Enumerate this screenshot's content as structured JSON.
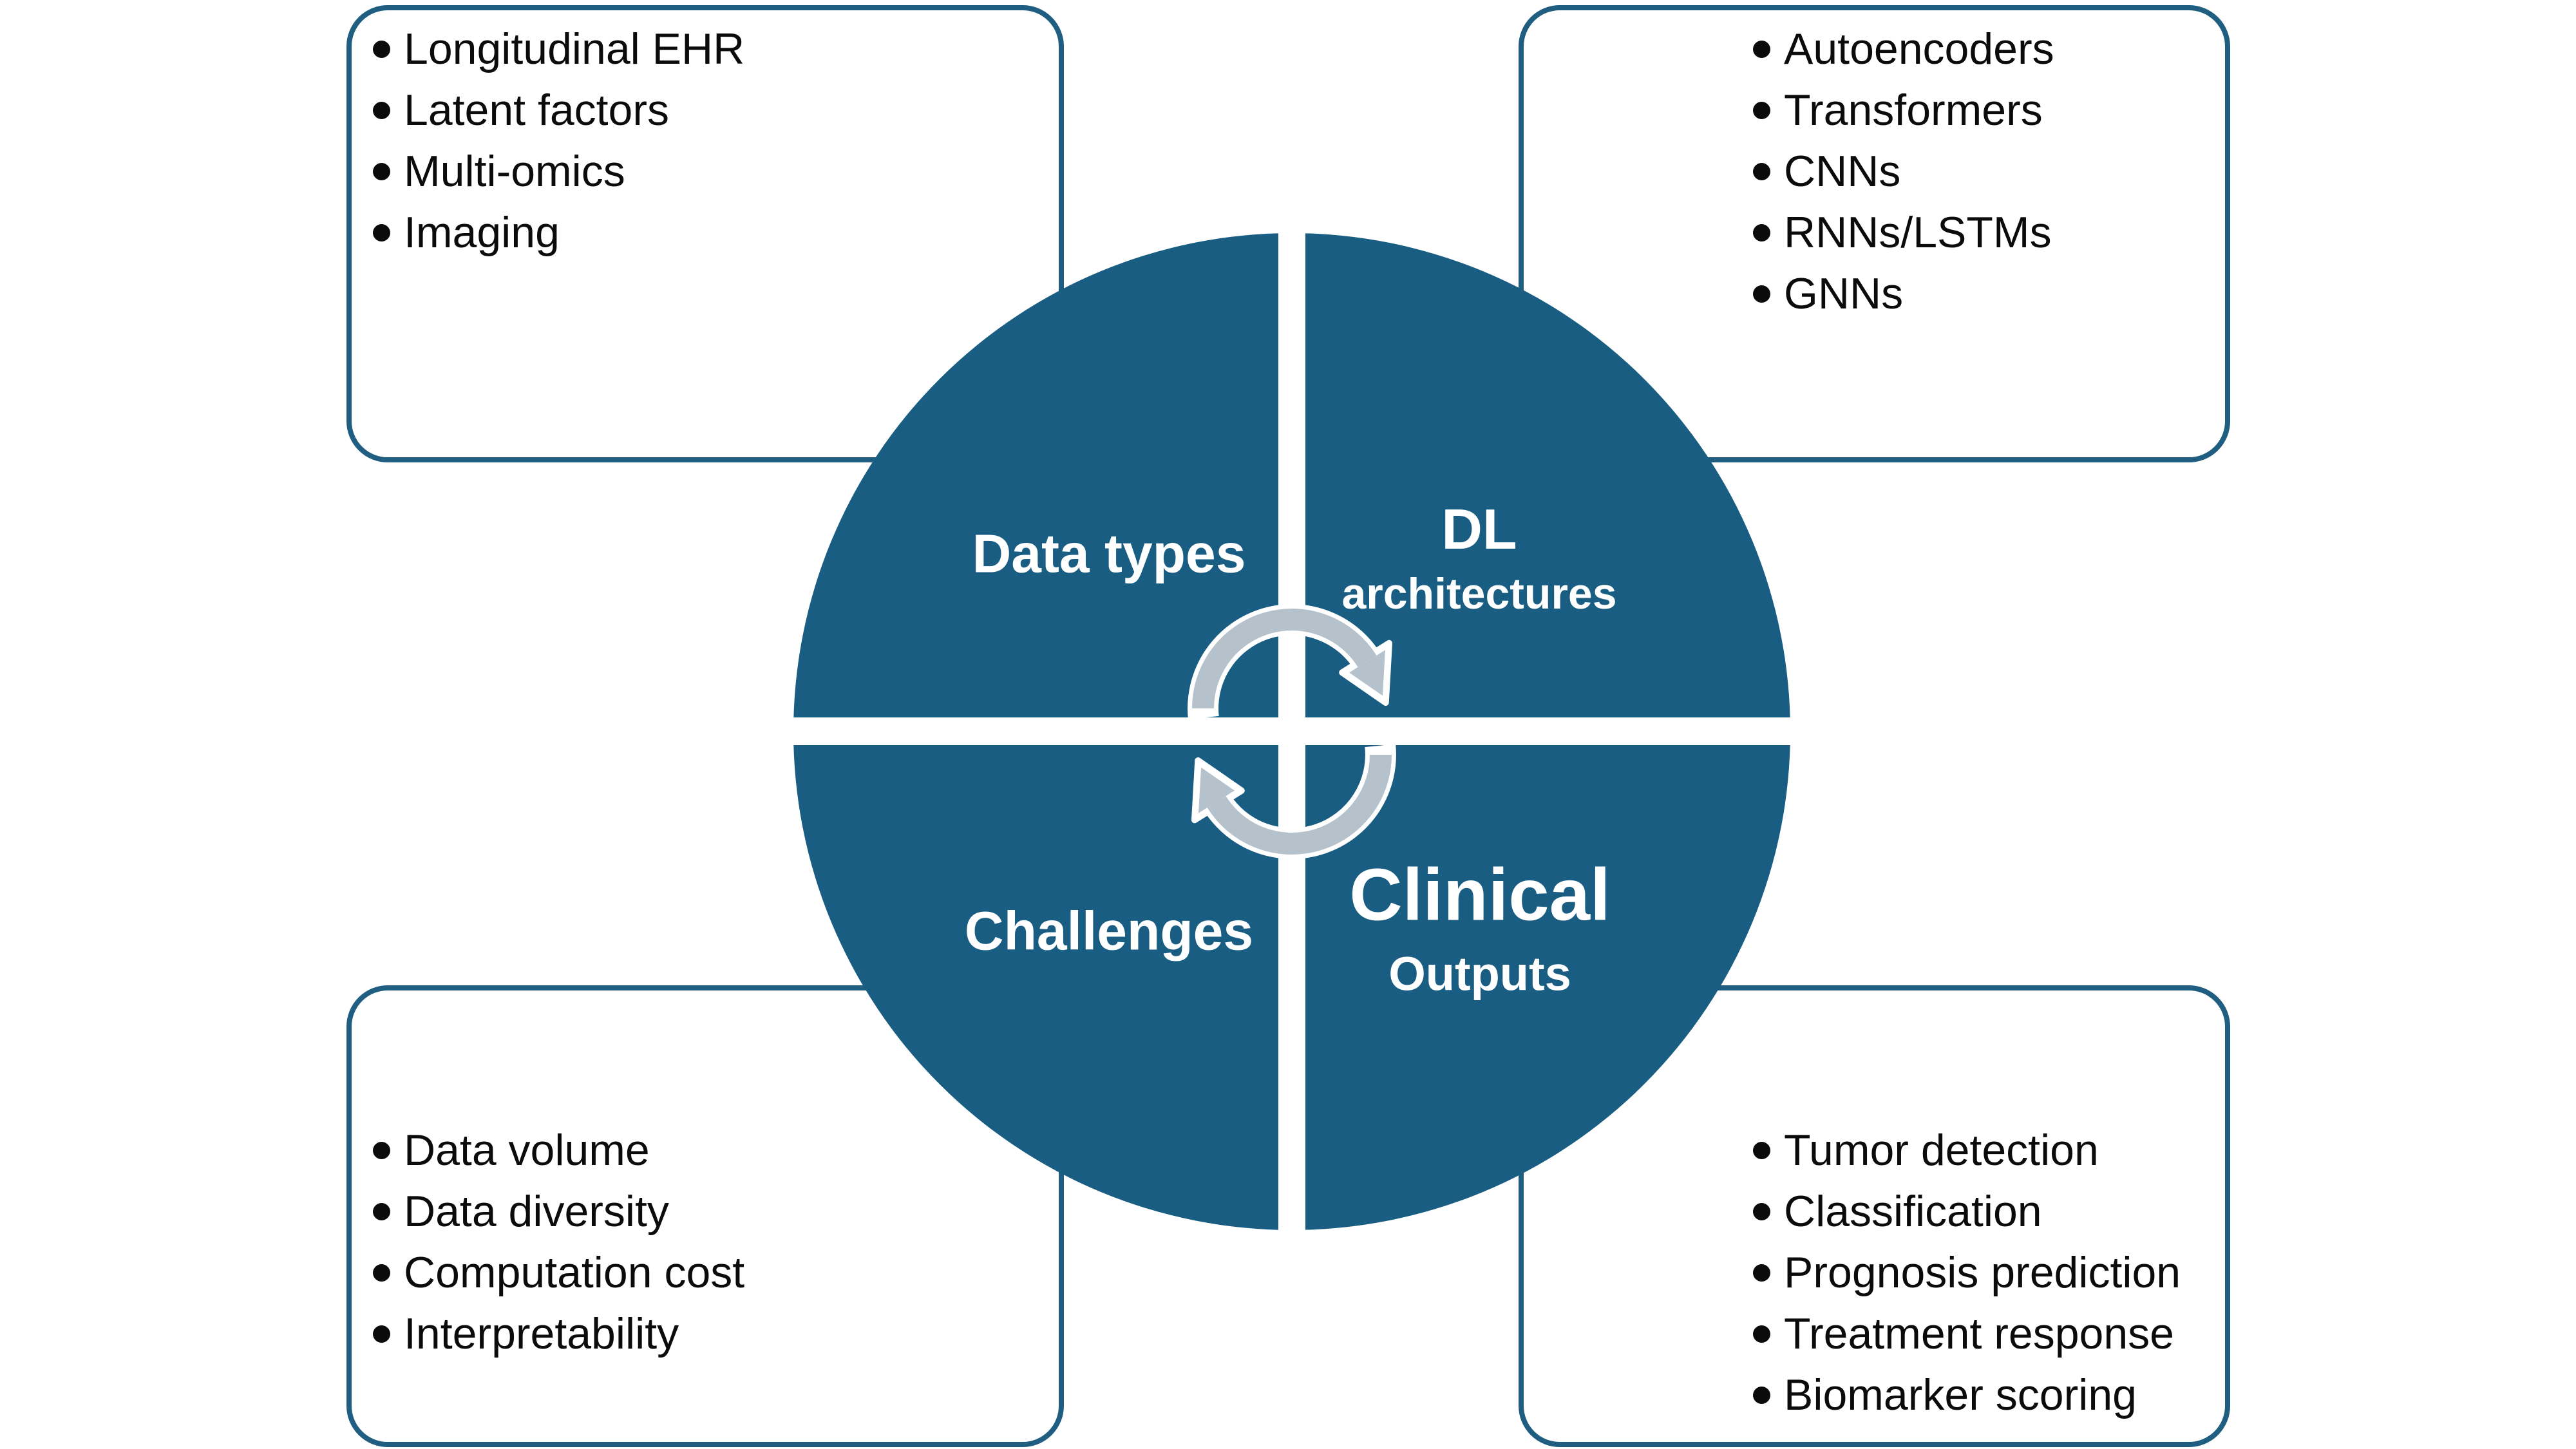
{
  "diagram": {
    "quadrants": {
      "top_left": {
        "label": "Data types"
      },
      "top_right": {
        "line1": "DL",
        "line2": "architectures"
      },
      "bottom_left": {
        "label": "Challenges"
      },
      "bottom_right": {
        "line1": "Clinical",
        "line2": "Outputs"
      }
    },
    "boxes": {
      "top_left": {
        "items": [
          "Longitudinal EHR",
          "Latent factors",
          "Multi-omics",
          "Imaging"
        ]
      },
      "top_right": {
        "items": [
          "Autoencoders",
          "Transformers",
          "CNNs",
          "RNNs/LSTMs",
          "GNNs"
        ]
      },
      "bottom_left": {
        "items": [
          "Data volume",
          "Data diversity",
          "Computation cost",
          "Interpretability"
        ]
      },
      "bottom_right": {
        "items": [
          "Tumor detection",
          "Classification",
          "Prognosis prediction",
          "Treatment response",
          "Biomarker scoring"
        ]
      }
    },
    "icons": [
      "cycle-arrow-top",
      "cycle-arrow-bottom"
    ],
    "colors": {
      "quadrant_fill": "#195E82",
      "box_border": "#1F5E80",
      "arrow_fill": "#B5C1CB",
      "arrow_outline": "#FFFFFF",
      "bullet_text": "#0B0B0B",
      "label_text": "#FFFFFF",
      "background": "#FFFFFF"
    }
  }
}
